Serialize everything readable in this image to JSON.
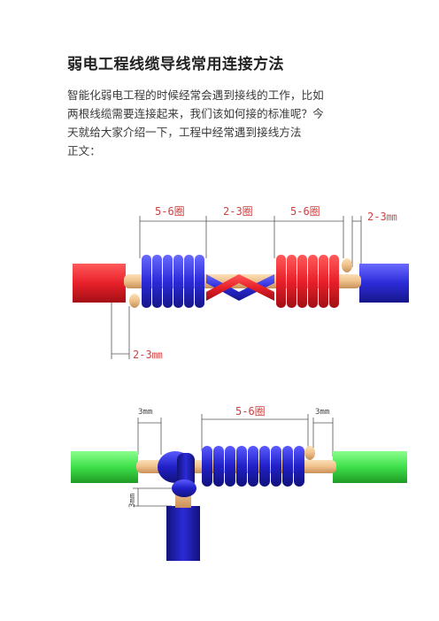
{
  "article": {
    "title": "弱电工程线缆导线常用连接方法",
    "paragraph_lines": [
      "智能化弱电工程的时候经常会遇到接线的工作，比如",
      "两根线缆需要连接起来，我们该如何接的标准呢？今",
      "天就给大家介绍一下，工程中经常遇到接线方法"
    ],
    "section_label": "正文："
  },
  "figure1": {
    "labels": {
      "left_turns": "5-6圈",
      "middle_twist": "2-3圈",
      "right_turns": "5-6圈",
      "right_gap": "2-3㎜",
      "left_gap": "2-3㎜"
    },
    "colors": {
      "left_wire": "#e8202a",
      "right_wire": "#2b2bd8",
      "core": "#f0c08a"
    }
  },
  "figure2": {
    "labels": {
      "top_left_gap": "3mm",
      "turns": "5-6圈",
      "top_right_gap": "3mm",
      "side_gap": "3mm"
    },
    "colors": {
      "main_wire": "#3ee04a",
      "branch_wire": "#2020c8",
      "core": "#f0c08a"
    }
  }
}
